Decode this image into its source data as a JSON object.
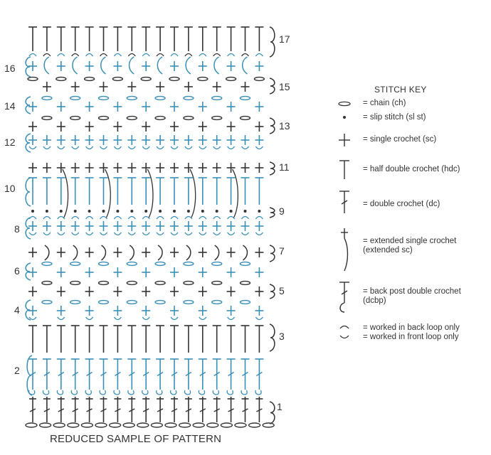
{
  "diagram": {
    "caption": "REDUCED SAMPLE OF PATTERN",
    "row_numbers_left": [
      "16",
      "14",
      "12",
      "10",
      "8",
      "6",
      "4",
      "2"
    ],
    "row_numbers_right": [
      "17",
      "15",
      "13",
      "11",
      "9",
      "7",
      "5",
      "3",
      "1"
    ],
    "colors": {
      "black": "#333333",
      "blue": "#3a8fb7"
    }
  },
  "stitch_key": {
    "title": "STITCH KEY",
    "items": [
      {
        "icon": "chain-icon",
        "label": "= chain (ch)"
      },
      {
        "icon": "slip-stitch-icon",
        "label": "= slip stitch (sl st)"
      },
      {
        "icon": "single-crochet-icon",
        "label": "= single crochet (sc)"
      },
      {
        "icon": "half-double-crochet-icon",
        "label": "= half double crochet (hdc)"
      },
      {
        "icon": "double-crochet-icon",
        "label": "= double crochet (dc)"
      },
      {
        "icon": "extended-single-crochet-icon",
        "label": "= extended single crochet (extended sc)"
      },
      {
        "icon": "back-post-double-crochet-icon",
        "label": "= back post double crochet (dcbp)"
      },
      {
        "icon": "back-loop-icon",
        "label": "= worked in back loop only"
      },
      {
        "icon": "front-loop-icon",
        "label": "= worked in front loop only"
      }
    ]
  }
}
